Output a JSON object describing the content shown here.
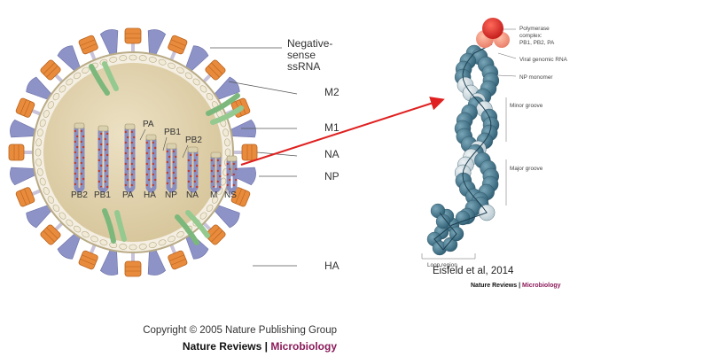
{
  "virion": {
    "labels": {
      "negative_sense_1": "Negative-",
      "negative_sense_2": "sense",
      "negative_sense_3": "ssRNA",
      "m2": "M2",
      "m1": "M1",
      "na": "NA",
      "np": "NP",
      "ha": "HA",
      "pa": "PA",
      "pb1": "PB1",
      "pb2": "PB2"
    },
    "segments": [
      "PB2",
      "PB1",
      "PA",
      "HA",
      "NP",
      "NA",
      "M",
      "NS"
    ],
    "copyright": "Copyright © 2005 Nature Publishing Group",
    "journal_part1": "Nature Reviews",
    "journal_sep": " | ",
    "journal_part2": "Microbiology"
  },
  "rnp": {
    "labels": {
      "polymerase_1": "Polymerase",
      "polymerase_2": "complex:",
      "polymerase_3": "PB1, PB2, PA",
      "viral_rna": "Viral genomic RNA",
      "np_monomer": "NP monomer",
      "minor_groove": "Minor groove",
      "major_groove": "Major groove",
      "loop_region": "Loop region"
    },
    "journal_part1": "Nature Reviews",
    "journal_sep": " | ",
    "journal_part2": "Microbiology"
  },
  "credit": "Eisfeld et al, 2014",
  "colors": {
    "envelope": "#ddd3b3",
    "core": "#e3d6b4",
    "ha_spike": "#e98b3c",
    "na_spike": "#8d93c6",
    "m2": "#7cb87b",
    "rna": "#8a8fc0",
    "np_bead": "#4a7c92",
    "np_light": "#c9d8df",
    "polymerase": "#d92b2b",
    "arrow": "#e02020",
    "journal_accent": "#8b1a5a"
  }
}
